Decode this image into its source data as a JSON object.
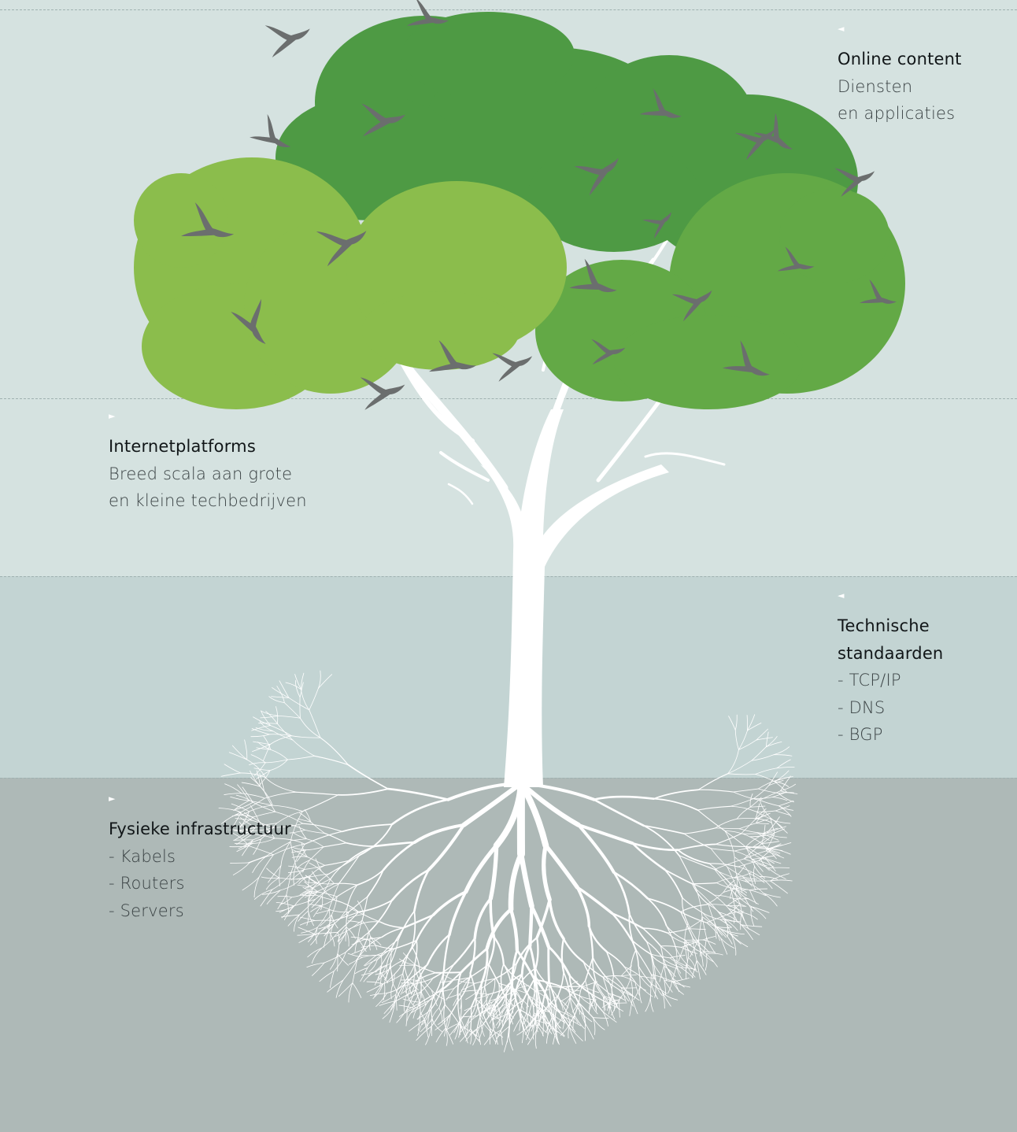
{
  "colors": {
    "band_top": "#d5e2e0",
    "band_mid": "#c3d4d3",
    "band_bottom": "#aeb9b7",
    "foliage_dark": "#4e9a44",
    "foliage_mid": "#63a946",
    "foliage_light": "#8bbd4c",
    "bird": "#6b6e6e",
    "trunk": "#ffffff"
  },
  "layers": [
    {
      "marker": "◄",
      "heading": "Online content",
      "lines": [
        "Diensten",
        "en applicaties"
      ]
    },
    {
      "marker": "►",
      "heading": "Internetplatforms",
      "lines": [
        "Breed scala aan grote",
        "en kleine techbedrijven"
      ]
    },
    {
      "marker": "◄",
      "heading": "Technische standaarden",
      "lines": [
        "- TCP/IP",
        "- DNS",
        "- BGP"
      ]
    },
    {
      "marker": "►",
      "heading": "Fysieke infrastructuur",
      "lines": [
        "- Kabels",
        "- Routers",
        "- Servers"
      ]
    }
  ],
  "icons": {
    "bird": "bird-icon",
    "marker": "triangle-marker-icon"
  }
}
